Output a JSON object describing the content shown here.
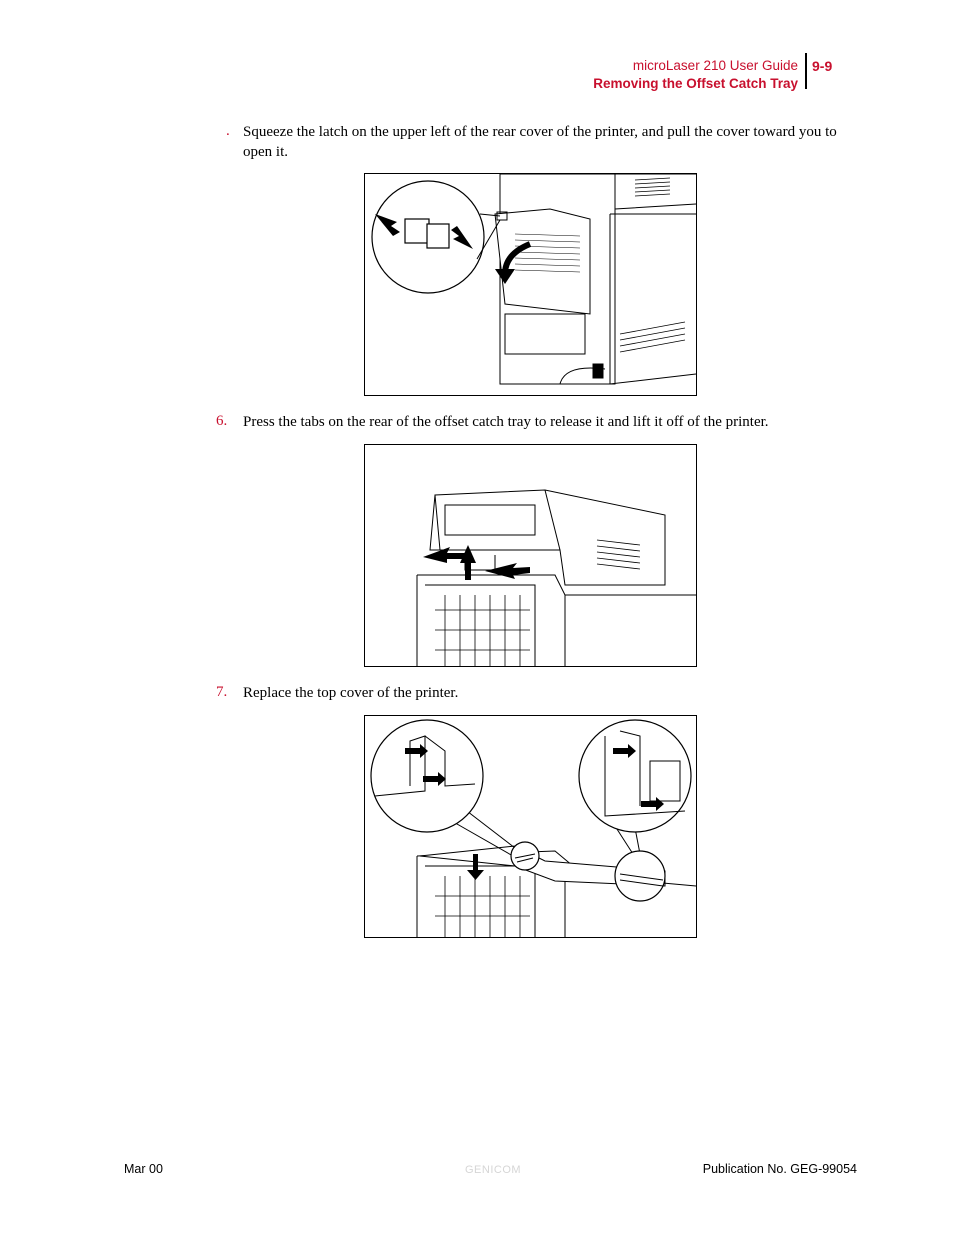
{
  "header": {
    "guide_title": "microLaser 210 User Guide",
    "section_title": "Removing the Offset Catch Tray",
    "page_number": "9-9"
  },
  "steps": [
    {
      "number": ".",
      "text": "Squeeze the latch on the upper left of the rear cover of the printer, and pull the cover toward you to open it."
    },
    {
      "number": "6.",
      "text": "Press the tabs on the rear of the offset catch tray to release it and lift it off of the printer."
    },
    {
      "number": "7.",
      "text": "Replace the top cover of the printer."
    }
  ],
  "footer": {
    "date": "Mar 00",
    "logo": "GENICOM",
    "publication": "Publication No. GEG-99054"
  },
  "colors": {
    "accent": "#c8102e"
  }
}
